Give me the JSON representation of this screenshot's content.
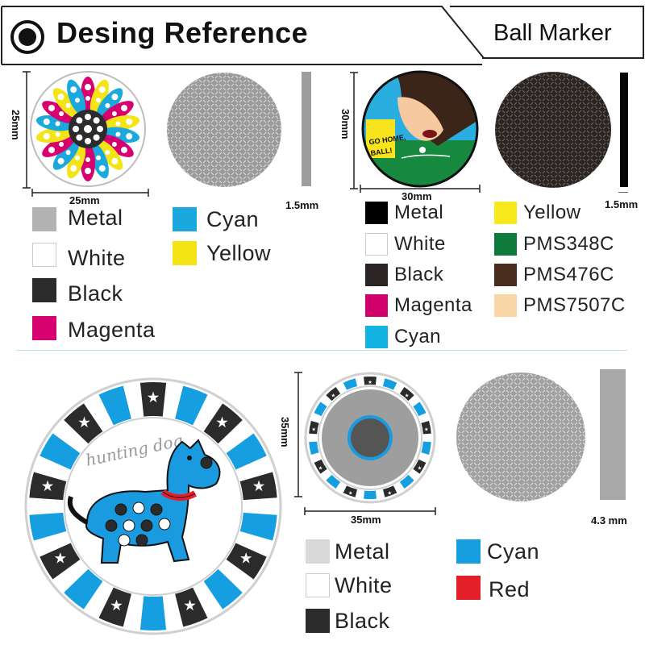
{
  "header": {
    "title": "Desing Reference",
    "tag": "Ball Marker",
    "icon": "target-circle-icon"
  },
  "design1": {
    "width_dim": "25mm",
    "height_dim": "25mm",
    "thickness_dim": "1.5mm",
    "colors": [
      {
        "name": "Metal",
        "hex": "#b3b3b3"
      },
      {
        "name": "White",
        "hex": "#ffffff"
      },
      {
        "name": "Black",
        "hex": "#2b2b2b"
      },
      {
        "name": "Magenta",
        "hex": "#d6006f"
      },
      {
        "name": "Cyan",
        "hex": "#1ba9dd"
      },
      {
        "name": "Yellow",
        "hex": "#f5e415"
      }
    ]
  },
  "design2": {
    "width_dim": "30mm",
    "height_dim": "30mm",
    "thickness_dim": "1.5mm",
    "artwork_text": "GO HOME, BALL!",
    "colors": [
      {
        "name": "Metal",
        "hex": "#000000"
      },
      {
        "name": "White",
        "hex": "#ffffff"
      },
      {
        "name": "Black",
        "hex": "#2b2424"
      },
      {
        "name": "Magenta",
        "hex": "#d1006d"
      },
      {
        "name": "Cyan",
        "hex": "#12b3e0"
      },
      {
        "name": "Yellow",
        "hex": "#f7ea1c"
      },
      {
        "name": "PMS348C",
        "hex": "#0e7a3c"
      },
      {
        "name": "PMS476C",
        "hex": "#4a2c1f"
      },
      {
        "name": "PMS7507C",
        "hex": "#f9d6a6"
      }
    ]
  },
  "design3": {
    "artwork_text": "hunting dog",
    "width_dim": "35mm",
    "height_dim": "35mm",
    "thickness_dim": "4.3 mm",
    "colors": [
      {
        "name": "Metal",
        "hex": "#d9d9d9"
      },
      {
        "name": "White",
        "hex": "#ffffff"
      },
      {
        "name": "Black",
        "hex": "#2b2b2b"
      },
      {
        "name": "Cyan",
        "hex": "#159ee0"
      },
      {
        "name": "Red",
        "hex": "#e3202a"
      }
    ]
  }
}
